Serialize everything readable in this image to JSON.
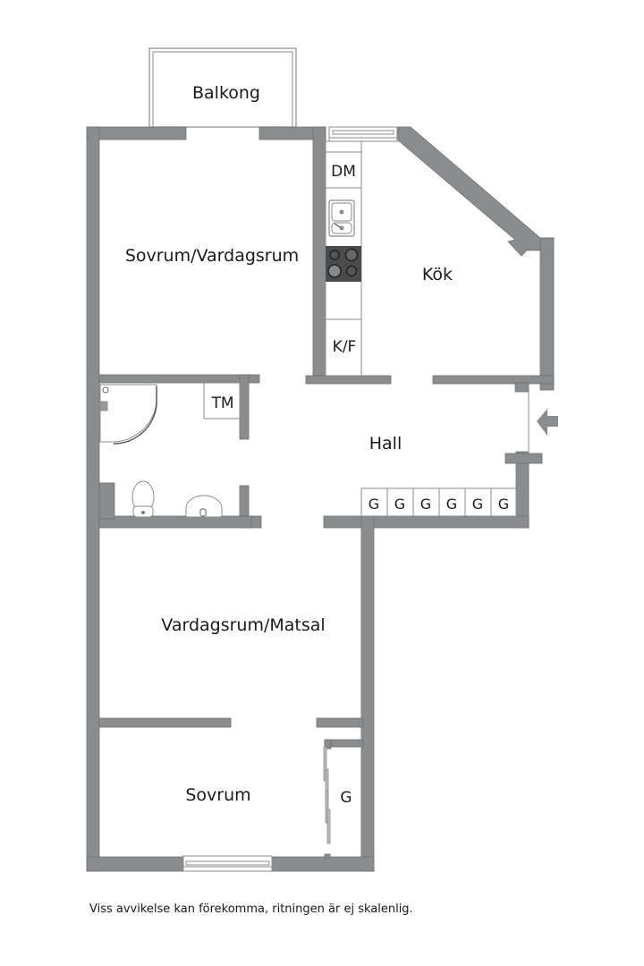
{
  "colors": {
    "wall": "#8a8c8e",
    "wall_edge": "#6f7173",
    "fixture_line": "#8a8c8e",
    "stove": "#4a4b4d",
    "text": "#1a1a1a",
    "background": "#ffffff"
  },
  "rooms": {
    "balcony": "Balkong",
    "bedroom_living": "Sovrum/Vardagsrum",
    "kitchen": "Kök",
    "hall": "Hall",
    "living_dining": "Vardagsrum/Matsal",
    "bedroom": "Sovrum"
  },
  "fixtures": {
    "dishwasher": "DM",
    "fridge_freezer": "K/F",
    "washing_machine": "TM",
    "wardrobe_bedroom": "G",
    "wardrobes_hall": [
      "G",
      "G",
      "G",
      "G",
      "G",
      "G"
    ]
  },
  "entrance_arrow": "entrance-arrow",
  "caption": "Viss avvikelse kan förekomma, ritningen är ej skalenlig."
}
